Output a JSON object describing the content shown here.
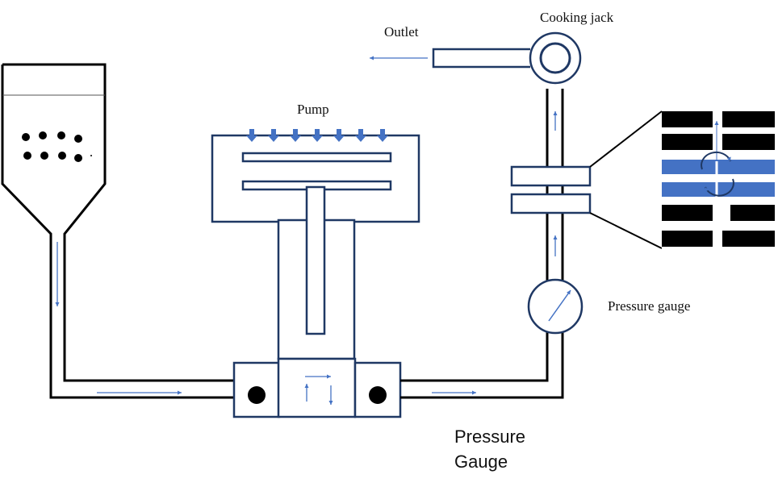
{
  "labels": {
    "outlet": "Outlet",
    "cooking_jack": "Cooking jack",
    "pump": "Pump",
    "pressure_gauge": "Pressure gauge",
    "bottom_caption_line1": "Pressure",
    "bottom_caption_line2": "Gauge"
  },
  "colors": {
    "outline": "#1f3864",
    "pipe": "#000000",
    "arrow": "#4472c4",
    "die_blue": "#4472c4",
    "die_black": "#000000"
  }
}
